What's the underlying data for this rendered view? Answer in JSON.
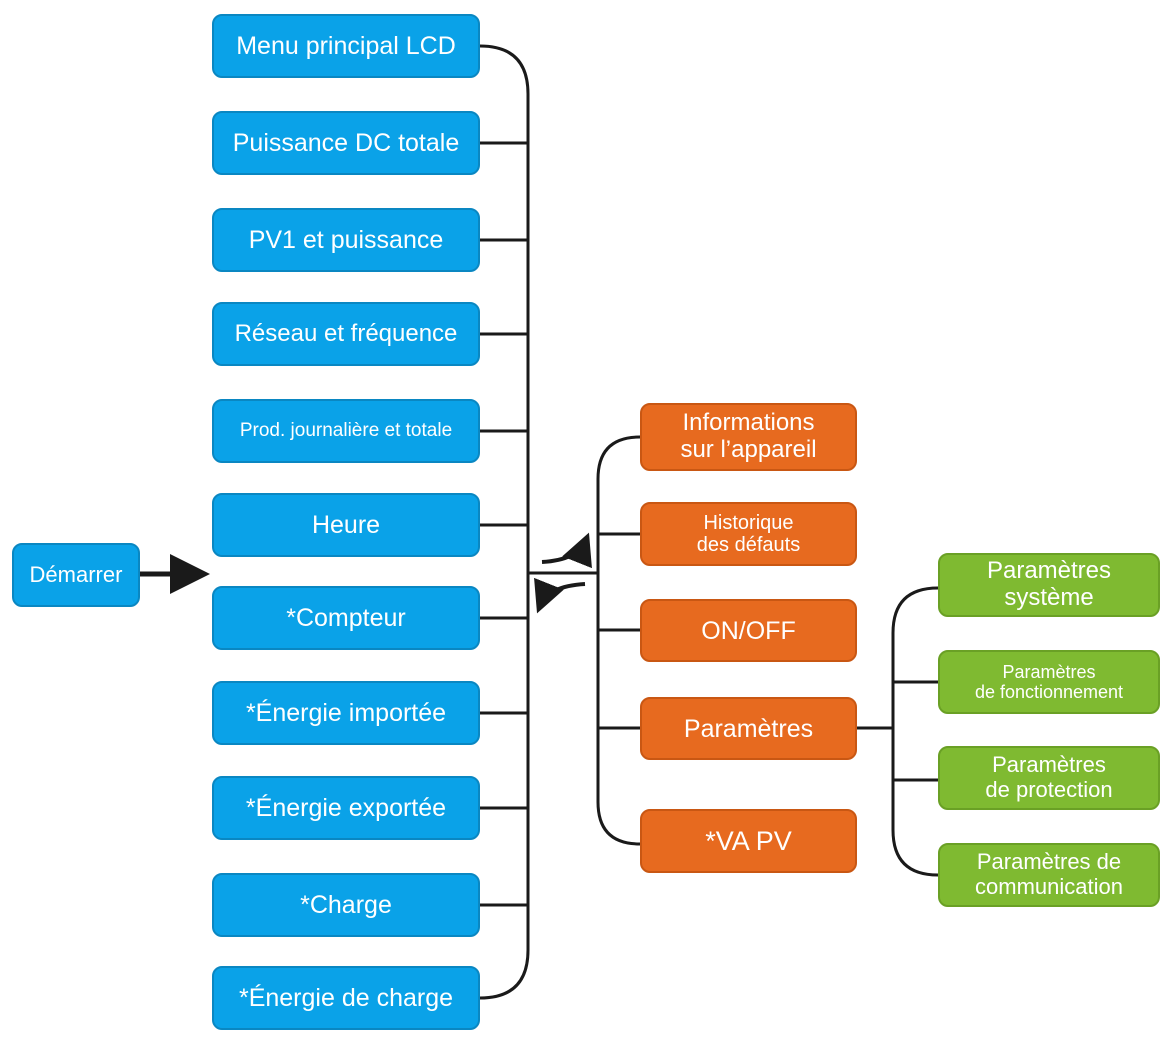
{
  "start": {
    "label": "Démarrer"
  },
  "main_menu": [
    "Menu principal LCD",
    "Puissance DC totale",
    "PV1 et puissance",
    "Réseau et fréquence",
    "Prod. journalière et totale",
    "Heure",
    "*Compteur",
    "*Énergie importée",
    "*Énergie exportée",
    "*Charge",
    "*Énergie de charge"
  ],
  "sub_menu": [
    "Informations\nsur l’appareil",
    "Historique\ndes défauts",
    "ON/OFF",
    "Paramètres",
    "*VA PV"
  ],
  "settings_menu": [
    "Paramètres\nsystème",
    "Paramètres\nde fonctionnement",
    "Paramètres\nde protection",
    "Paramètres de\ncommunication"
  ],
  "colors": {
    "main": "#0aa2e8",
    "sub": "#e76a1f",
    "settings": "#7fba31",
    "line": "#1a1a1a"
  }
}
